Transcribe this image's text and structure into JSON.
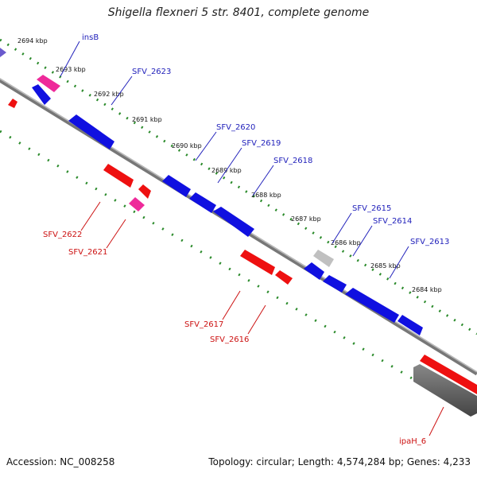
{
  "title": "Shigella flexneri 5 str. 8401, complete genome",
  "footer": {
    "accession": "Accession: NC_008258",
    "summary": "Topology: circular; Length: 4,574,284 bp; Genes: 4,233"
  },
  "colors": {
    "forward_gene": "#1010e0",
    "reverse_gene": "#ee1010",
    "mobile_element": "#ee2a9a",
    "pseudo_gene": "#c0c0c0",
    "backbone": "#888888",
    "gc_track": "#666666",
    "tick": "#2a8a2a",
    "forward_label": "#2222bb",
    "reverse_label": "#cc1111"
  },
  "ticks": [
    {
      "label": "2694 kbp"
    },
    {
      "label": "2693 kbp"
    },
    {
      "label": "2692 kbp"
    },
    {
      "label": "2691 kbp"
    },
    {
      "label": "2690 kbp"
    },
    {
      "label": "2689 kbp"
    },
    {
      "label": "2688 kbp"
    },
    {
      "label": "2687 kbp"
    },
    {
      "label": "2686 kbp"
    },
    {
      "label": "2685 kbp"
    },
    {
      "label": "2684 kbp"
    }
  ],
  "genes": [
    {
      "label": "insB",
      "strand": "forward"
    },
    {
      "label": "SFV_2623",
      "strand": "forward"
    },
    {
      "label": "SFV_2620",
      "strand": "forward"
    },
    {
      "label": "SFV_2619",
      "strand": "forward"
    },
    {
      "label": "SFV_2618",
      "strand": "forward"
    },
    {
      "label": "SFV_2615",
      "strand": "forward"
    },
    {
      "label": "SFV_2614",
      "strand": "forward"
    },
    {
      "label": "SFV_2613",
      "strand": "forward"
    },
    {
      "label": "SFV_2622",
      "strand": "reverse"
    },
    {
      "label": "SFV_2621",
      "strand": "reverse"
    },
    {
      "label": "SFV_2617",
      "strand": "reverse"
    },
    {
      "label": "SFV_2616",
      "strand": "reverse"
    },
    {
      "label": "ipaH_6",
      "strand": "reverse"
    }
  ]
}
